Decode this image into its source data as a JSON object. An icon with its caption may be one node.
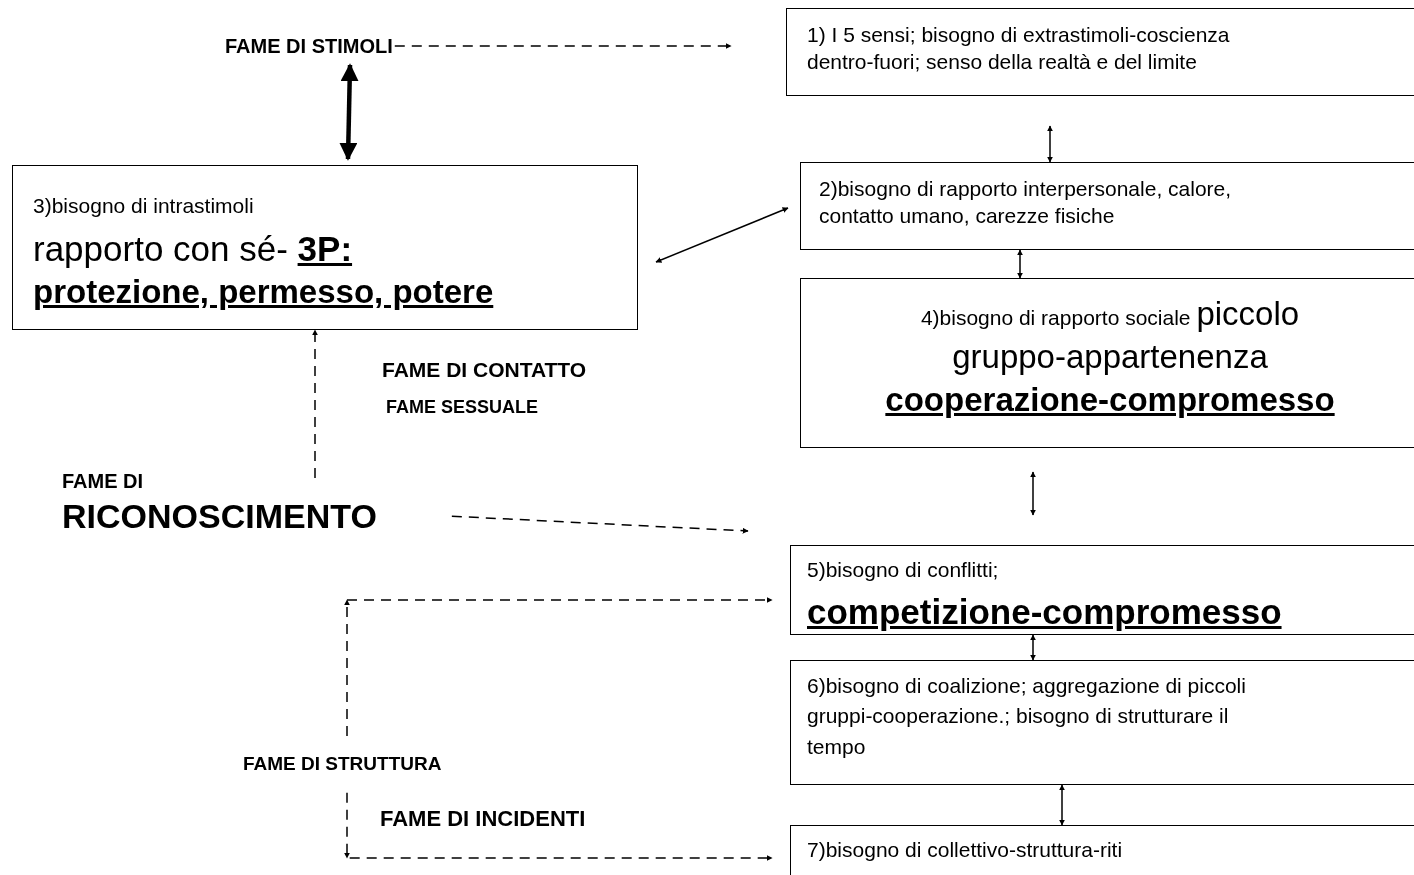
{
  "diagram": {
    "nodes": [
      {
        "text": [
          "FAME DI STIMOLI"
        ]
      },
      {
        "text": [
          "1) I 5 sensi; bisogno di extrastimoli-coscienza dentro-fuori; senso della realtà e del limite"
        ]
      },
      {
        "text": [
          "3)bisogno di intrastimoli",
          "rapporto con sé- **3P:**",
          "protezione, permesso, potere"
        ]
      },
      {
        "text": [
          "2)bisogno di rapporto interpersonale, calore, contatto umano, carezze fisiche"
        ]
      },
      {
        "text": [
          "4)bisogno di rapporto sociale",
          "piccolo gruppo-appartenenza",
          "cooperazione-compromesso"
        ]
      },
      {
        "text": [
          "FAME DI",
          "RICONOSCIMENTO"
        ]
      },
      {
        "text": [
          "5)bisogno di conflitti;",
          "competizione-compromesso"
        ]
      },
      {
        "text": [
          "6)bisogno di coalizione; aggregazione di piccoli gruppi-cooperazione.; bisogno di strutturare il tempo"
        ]
      },
      {
        "text": [
          "FAME DI STRUTTURA"
        ]
      },
      {
        "text": [
          "7)bisogno di collettivo-struttura-riti"
        ]
      }
    ],
    "edges": [
      {
        "from": 0,
        "to": 1,
        "arrow": "to",
        "style": "dashed"
      },
      {
        "from": 0,
        "to": 2,
        "arrow": "both",
        "style": "thick"
      },
      {
        "from": 1,
        "to": 3,
        "arrow": "both"
      },
      {
        "from": 2,
        "to": 3,
        "arrow": "both"
      },
      {
        "from": 3,
        "to": 4,
        "arrow": "both"
      },
      {
        "from": 4,
        "to": 6,
        "arrow": "both"
      },
      {
        "from": 6,
        "to": 7,
        "arrow": "both"
      },
      {
        "from": 7,
        "to": 9,
        "arrow": "both"
      },
      {
        "from": 5,
        "to": 2,
        "arrow": "to",
        "style": "dashed"
      },
      {
        "from": 5,
        "to": 6,
        "arrow": "to",
        "style": "dashed"
      },
      {
        "from": 8,
        "to": 6,
        "arrow": "to",
        "style": "dashed"
      },
      {
        "from": 8,
        "to": 9,
        "arrow": "to",
        "style": "dashed"
      }
    ],
    "labels": [
      "FAME DI CONTATTO",
      "FAME SESSUALE",
      "FAME DI INCIDENTI"
    ]
  }
}
